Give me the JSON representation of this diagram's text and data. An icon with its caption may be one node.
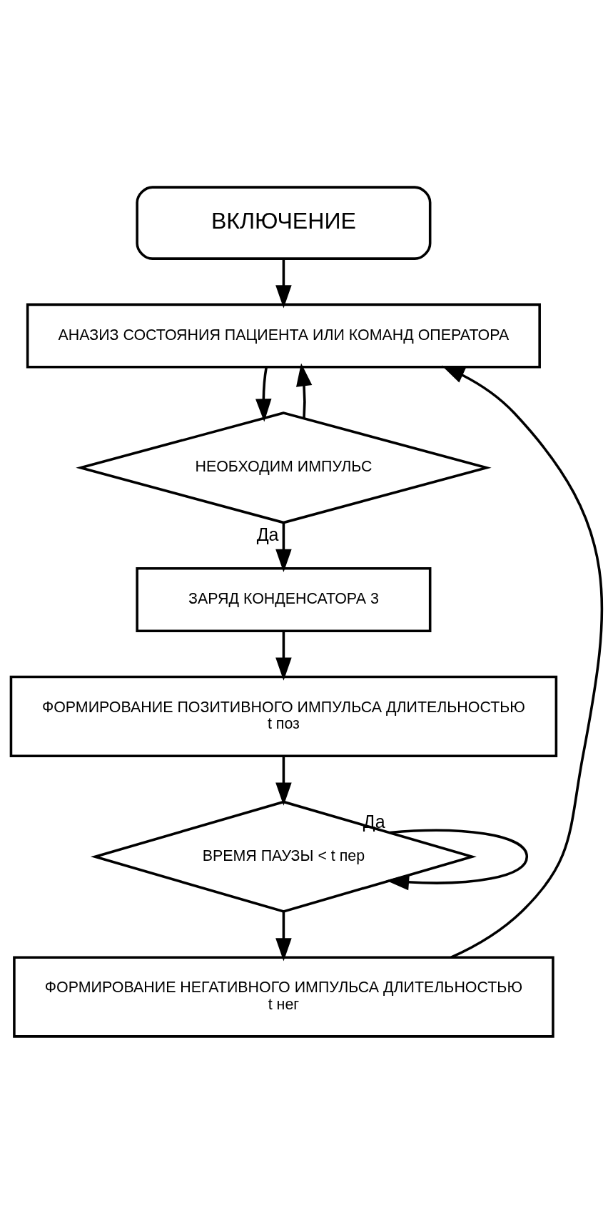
{
  "diagram": {
    "nodes": [
      {
        "text": [
          "ВКЛЮЧЕНИЕ"
        ]
      },
      {
        "text": [
          "АНАЗИЗ СОСТОЯНИЯ ПАЦИЕНТА ИЛИ КОМАНД ОПЕРАТОРА"
        ]
      },
      {
        "text": [
          "НЕОБХОДИМ ИМПУЛЬС"
        ]
      },
      {
        "text": [
          "ЗАРЯД КОНДЕНСАТОРА 3"
        ]
      },
      {
        "text": [
          "ФОРМИРОВАНИЕ ПОЗИТИВНОГО ИМПУЛЬСА ДЛИТЕЛЬНОСТЬЮ",
          "t поз"
        ]
      },
      {
        "text": [
          "ВРЕМЯ ПАУЗЫ < t пер"
        ]
      },
      {
        "text": [
          "ФОРМИРОВАНИЕ НЕГАТИВНОГО ИМПУЛЬСА ДЛИТЕЛЬНОСТЬЮ",
          "t нег"
        ]
      }
    ],
    "edges": [
      {
        "from": 0,
        "to": 1,
        "arrow": "to"
      },
      {
        "from": 1,
        "to": 2,
        "arrow": "to"
      },
      {
        "from": 2,
        "to": 3,
        "arrow": "to",
        "label": "Да"
      },
      {
        "from": 3,
        "to": 4,
        "arrow": "to"
      },
      {
        "from": 4,
        "to": 5,
        "arrow": "to"
      },
      {
        "from": 5,
        "to": 5,
        "arrow": "to",
        "label": "Да"
      },
      {
        "from": 5,
        "to": 6,
        "arrow": "to"
      },
      {
        "from": 2,
        "to": 1,
        "arrow": "to"
      },
      {
        "from": 6,
        "to": 1,
        "arrow": "to"
      }
    ]
  }
}
